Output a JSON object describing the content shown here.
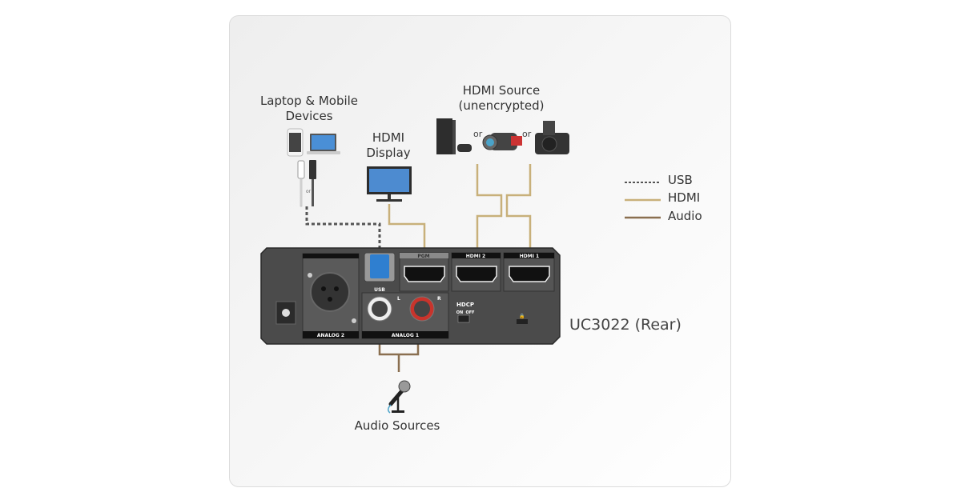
{
  "diagram": {
    "device_label": "UC3022 (Rear)",
    "groups": {
      "laptop_mobile": "Laptop & Mobile Devices",
      "laptop_mobile_lines": [
        "Laptop & Mobile",
        "Devices"
      ],
      "hdmi_display_lines": [
        "HDMI",
        "Display"
      ],
      "hdmi_source_lines": [
        "HDMI Source",
        "(unencrypted)"
      ],
      "audio_sources": "Audio Sources"
    },
    "or_words": [
      "or",
      "or"
    ],
    "cable_or": "or",
    "ports": {
      "pgm": "PGM",
      "hdmi2": "HDMI 2",
      "hdmi1": "HDMI 1",
      "usb": "USB",
      "analog1": "ANALOG 1",
      "analog2": "ANALOG 2",
      "left": "L",
      "right": "R",
      "hdcp": "HDCP",
      "hdcp_on": "ON",
      "hdcp_off": "OFF"
    },
    "legend": [
      {
        "label": "USB",
        "style": "dashed",
        "color": "#555555"
      },
      {
        "label": "HDMI",
        "style": "solid",
        "color": "#c8b07a"
      },
      {
        "label": "Audio",
        "style": "solid",
        "color": "#8a6f50"
      }
    ],
    "colors": {
      "hdmi_line": "#c8b07a",
      "audio_line": "#8a6f50",
      "usb_line": "#555555",
      "panel": "#4a4a4a",
      "usb_port": "#2f7fd0"
    }
  }
}
